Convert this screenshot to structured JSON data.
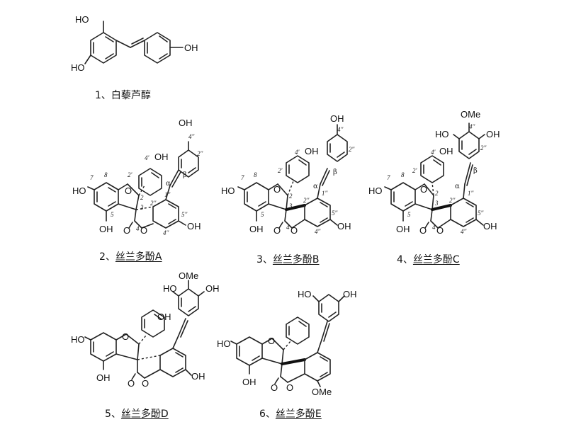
{
  "captions": [
    {
      "num": "1、",
      "name": "白藜芦醇"
    },
    {
      "num": "2、",
      "name": "丝兰多酚A"
    },
    {
      "num": "3、",
      "name": "丝兰多酚B"
    },
    {
      "num": "4、",
      "name": "丝兰多酚C"
    },
    {
      "num": "5、",
      "name": "丝兰多酚D"
    },
    {
      "num": "6、",
      "name": "丝兰多酚E"
    }
  ],
  "atoms": {
    "oh": "OH",
    "ho": "HO",
    "ome": "OMe",
    "o": "O"
  },
  "numbering": {
    "n2": "2",
    "n3": "3",
    "n4": "4",
    "n5": "5",
    "n7": "7",
    "n8": "8",
    "n1pp": "1''",
    "n2pp": "2''",
    "n4pp": "4''",
    "n5pp": "5''",
    "n2p": "2'",
    "n4p": "4'",
    "alpha": "α",
    "beta": "β"
  },
  "colors": {
    "ink": "#111111",
    "background": "#ffffff"
  }
}
